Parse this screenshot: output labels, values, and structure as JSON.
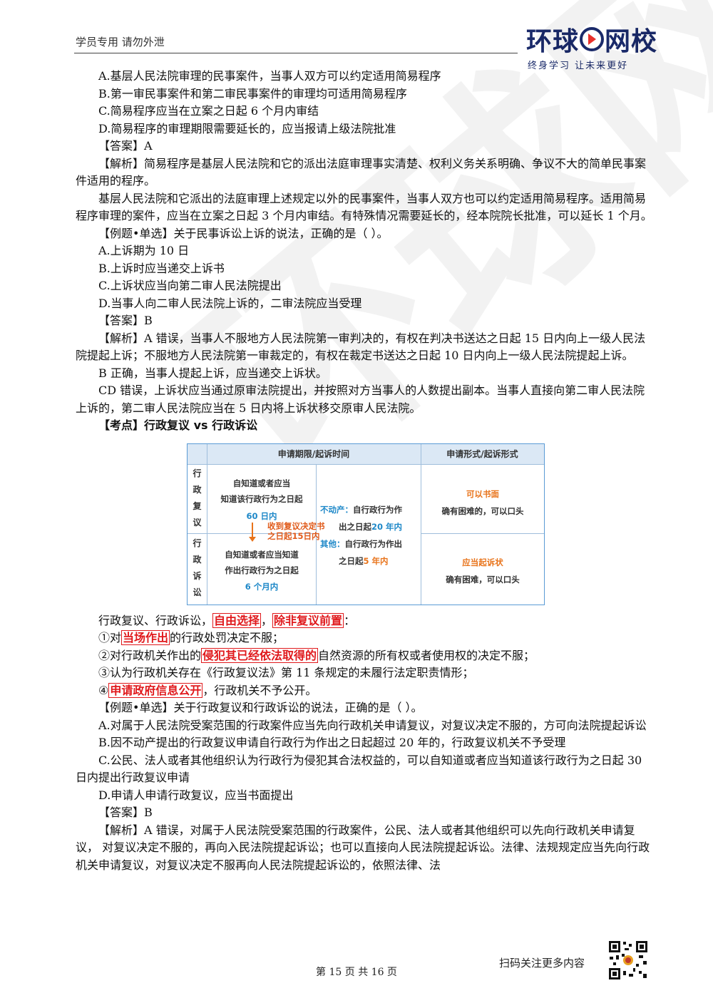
{
  "header": {
    "left_text": "学员专用 请勿外泄",
    "logo_prefix": "环球",
    "logo_suffix": "网校",
    "logo_slogan": "终身学习 让未来更好",
    "logo_color": "#1a2a6a",
    "logo_accent": "#e8312b"
  },
  "watermark": "环球网校",
  "block1": {
    "opt_a": "A.基层人民法院审理的民事案件，当事人双方可以约定适用简易程序",
    "opt_b": "B.第一审民事案件和第二审民事案件的审理均可适用简易程序",
    "opt_c": "C.简易程序应当在立案之日起 6 个月内审结",
    "opt_d": "D.简易程序的审理期限需要延长的，应当报请上级法院批准",
    "answer": "【答案】A",
    "analysis_1": "【解析】简易程序是基层人民法院和它的派出法庭审理事实清楚、权利义务关系明确、争议不大的简单民事案件适用的程序。",
    "analysis_2": "基层人民法院和它派出的法庭审理上述规定以外的民事案件，当事人双方也可以约定适用简易程序。适用简易程序审理的案件，应当在立案之日起 3 个月内审结。有特殊情况需要延长的，经本院院长批准，可以延长 1 个月。"
  },
  "block2": {
    "question": "【例题•单选】关于民事诉讼上诉的说法，正确的是（ ）。",
    "opt_a": "A.上诉期为 10 日",
    "opt_b": "B.上诉时应当递交上诉书",
    "opt_c": "C.上诉状应当向第二审人民法院提出",
    "opt_d": "D.当事人向二审人民法院上诉的，二审法院应当受理",
    "answer": "【答案】B",
    "analysis_1": "【解析】A 错误，当事人不服地方人民法院第一审判决的，有权在判决书送达之日起 15 日内向上一级人民法院提起上诉；不服地方人民法院第一审裁定的，有权在裁定书送达之日起 10 日内向上一级人民法院提起上诉。",
    "analysis_2": "B 正确，当事人提起上诉，应当递交上诉状。",
    "analysis_3": "CD 错误，上诉状应当通过原审法院提出，并按照对方当事人的人数提出副本。当事人直接向第二审人民法院上诉的，第二审人民法院应当在 5 日内将上诉状移交原审人民法院。"
  },
  "section_title": "【考点】行政复议 vs 行政诉讼",
  "table": {
    "head_1": "申请期限/起诉时间",
    "head_2": "申请形式/起诉形式",
    "row1_label": [
      "行",
      "政",
      "复",
      "议"
    ],
    "row2_label": [
      "行",
      "政",
      "诉",
      "讼"
    ],
    "fy_line1": "自知道或者应当",
    "fy_line2": "知道该行政行为之日起",
    "fy_days": "60 日内",
    "transfer_1": "收到复议决定书",
    "transfer_2": "之日起15日内",
    "ss_line1": "自知道或者应当知道",
    "ss_line2": "作出行政行为之日起",
    "ss_months": "6 个月内",
    "bdc_label": "不动产：",
    "bdc_text": "自行政行为作",
    "bdc_text2": "出之日起",
    "bdc_years": "20 年内",
    "other_label": "其他：",
    "other_text": "自行政行为作出",
    "other_text2": "之日起",
    "other_years": "5 年内",
    "fy_form_1": "可以书面",
    "fy_form_2": "确有困难的，可以口头",
    "ss_form_1": "应当起诉状",
    "ss_form_2": "确有困难，可以口头"
  },
  "notes": {
    "line_prefix": "行政复议、行政诉讼，",
    "free_choice": "自由选择",
    "sep": "，",
    "except": "除非复议前置",
    "colon": "：",
    "item1_pre": "①对",
    "item1_hl": "当场作出",
    "item1_post": "的行政处罚决定不服；",
    "item2_pre": "②对行政机关作出的",
    "item2_hl": "侵犯其已经依法取得的",
    "item2_post": "自然资源的所有权或者使用权的决定不服；",
    "item3": "③认为行政机关存在《行政复议法》第 11 条规定的未履行法定职责情形；",
    "item4_pre": "④",
    "item4_hl": "申请政府信息公开",
    "item4_post": "，行政机关不予公开。"
  },
  "block3": {
    "question": "【例题•单选】关于行政复议和行政诉讼的说法，正确的是（ ）。",
    "opt_a": "A.对属于人民法院受案范围的行政案件应当先向行政机关申请复议，对复议决定不服的，方可向法院提起诉讼",
    "opt_b": "B.因不动产提出的行政复议申请自行政行为作出之日起超过 20 年的，行政复议机关不予受理",
    "opt_c": "C.公民、法人或者其他组织认为行政行为侵犯其合法权益的，可以自知道或者应当知道该行政行为之日起 30 日内提出行政复议申请",
    "opt_d": "D.申请人申请行政复议，应当书面提出",
    "answer": "【答案】B",
    "analysis": "【解析】A 错误，对属于人民法院受案范围的行政案件，公民、法人或者其他组织可以先向行政机关申请复议， 对复议决定不服的，再向入民法院提起诉讼；也可以直接向人民法院提起诉讼。法律、法规规定应当先向行政机关申请复议，对复议决定不服再向人民法院提起诉讼的，依照法律、法"
  },
  "footer": {
    "page": "第 15 页 共 16 页",
    "qr_text": "扫码关注更多内容"
  }
}
